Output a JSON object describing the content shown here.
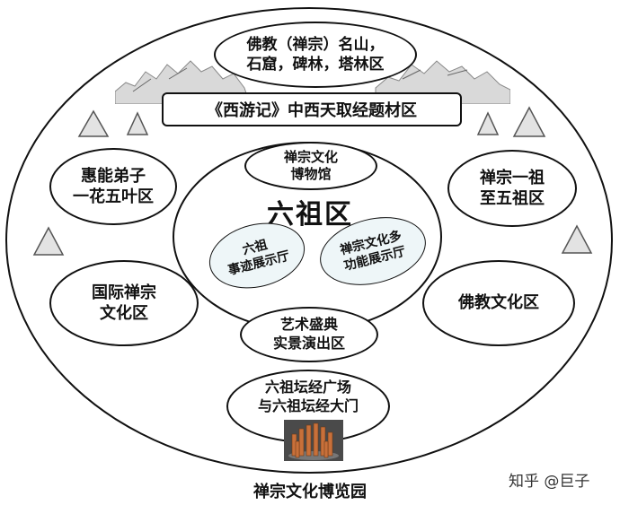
{
  "top_area": "佛教（禅宗）名山，\n石窟，碑林，塔林区",
  "banner": "《西游记》中西天取经题材区",
  "center": {
    "museum": "禅宗文化\n博物馆",
    "title": "六祖区",
    "hall_left": "六祖\n事迹展示厅",
    "hall_right": "禅宗文化多\n功能展示厅"
  },
  "left_top": "惠能弟子\n一花五叶区",
  "left_bottom": "国际禅宗\n文化区",
  "right_top": "禅宗一祖\n至五祖区",
  "right_bottom": "佛教文化区",
  "art_area": "艺术盛典\n实景演出区",
  "altar_area": "六祖坛经广场\n与六祖坛经大门",
  "caption": "禅宗文化博览园",
  "watermark": "知乎 @巨子"
}
